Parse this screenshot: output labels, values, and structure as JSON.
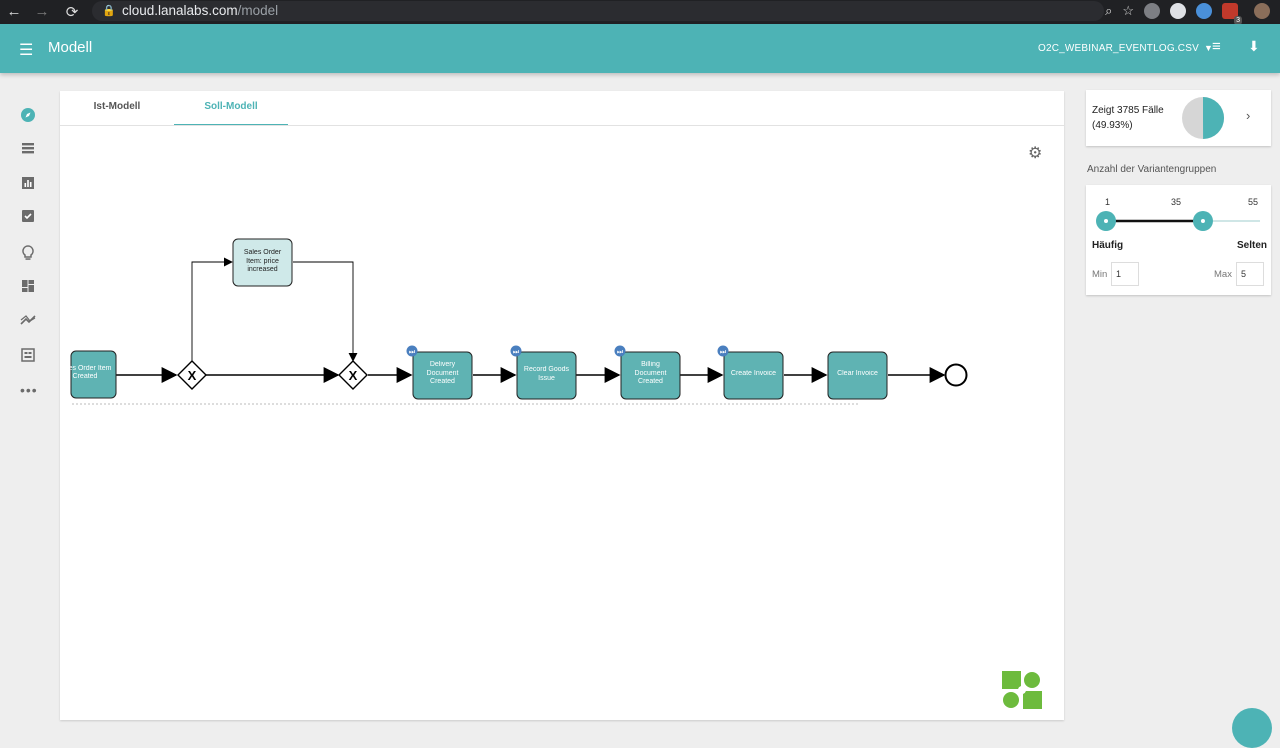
{
  "browser": {
    "url_host": "cloud.lanalabs.com",
    "url_path": "/model",
    "ext_badge": "3"
  },
  "header": {
    "title": "Modell",
    "file_name": "O2C_WEBINAR_EVENTLOG.CSV"
  },
  "sidebar": {
    "icons": [
      "compass-icon",
      "list-icon",
      "bar-chart-icon",
      "checklist-icon",
      "lightbulb-icon",
      "dashboard-icon",
      "trend-icon",
      "report-icon",
      "more-icon"
    ]
  },
  "tabs": [
    {
      "label": "Ist-Modell",
      "active": false
    },
    {
      "label": "Soll-Modell",
      "active": true
    }
  ],
  "diagram": {
    "activities": [
      {
        "id": "sales-order-item-created",
        "label": "Sales Order Item Created"
      },
      {
        "id": "sales-order-item-price-increased",
        "label": "Sales Order Item: price increased"
      },
      {
        "id": "delivery-document-created",
        "label": "Delivery Document Created"
      },
      {
        "id": "record-goods-issue",
        "label": "Record Goods Issue"
      },
      {
        "id": "billing-document-created",
        "label": "Billing Document Created"
      },
      {
        "id": "create-invoice",
        "label": "Create Invoice"
      },
      {
        "id": "clear-invoice",
        "label": "Clear Invoice"
      }
    ],
    "gateway_symbol": "X",
    "marker_symbol": "⏭",
    "colors": {
      "activity": "#5fb3b3",
      "activity_light": "#cfe9e9",
      "marker": "#4a7fbf"
    }
  },
  "cases": {
    "line1": "Zeigt 3785 Fälle",
    "line2": "(49.93%)",
    "fraction": 0.4993
  },
  "variants": {
    "title": "Anzahl der Variantengruppen",
    "tick_min": "1",
    "tick_mid": "35",
    "tick_max": "55",
    "range_low": 1,
    "range_high": 35,
    "range_max": 55,
    "label_left": "Häufig",
    "label_right": "Selten",
    "min_label": "Min",
    "min_value": "1",
    "max_label": "Max",
    "max_value": "5"
  },
  "colors": {
    "accent": "#4db3b5",
    "pie_gray": "#d6d6d6"
  }
}
